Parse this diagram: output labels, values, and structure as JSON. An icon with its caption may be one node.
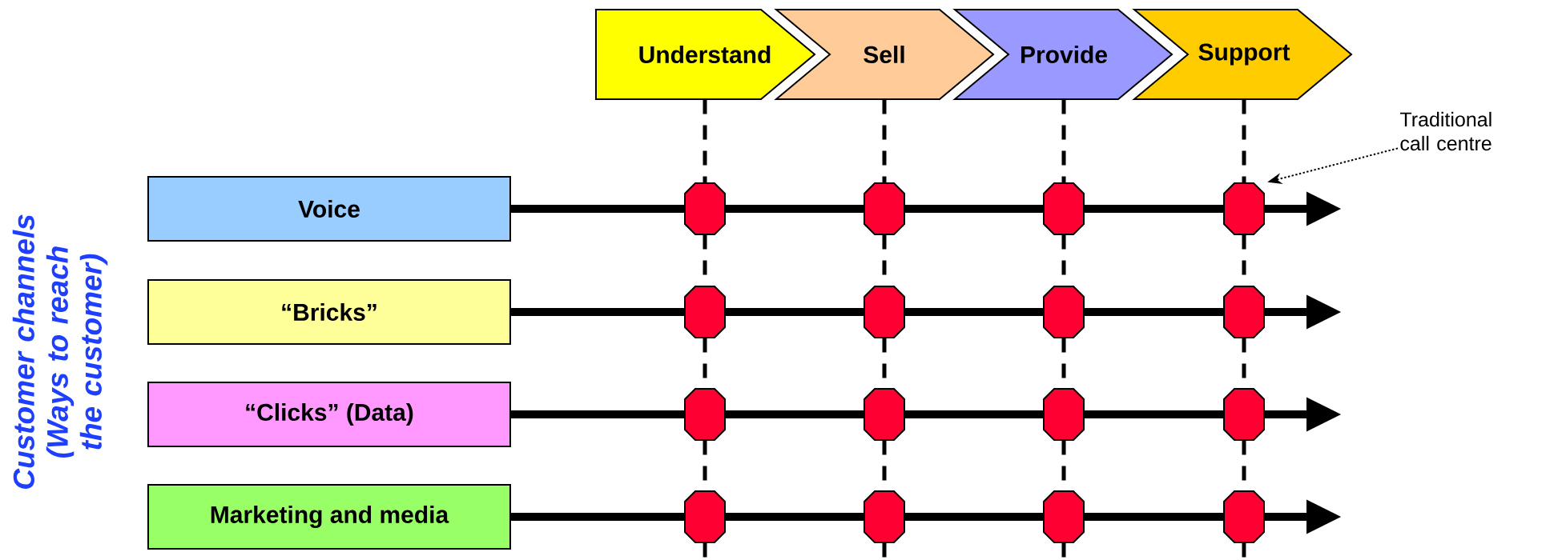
{
  "diagram": {
    "nodes": [
      {
        "text": [
          "Understand"
        ]
      },
      {
        "text": [
          "Sell"
        ]
      },
      {
        "text": [
          "Provide"
        ]
      },
      {
        "text": [
          "Support"
        ]
      },
      {
        "text": [
          "Voice"
        ]
      },
      {
        "text": [
          "“Bricks”"
        ]
      },
      {
        "text": [
          "“Clicks” (Data)"
        ]
      },
      {
        "text": [
          "Marketing and media"
        ]
      },
      {
        "text": [],
        "shape": "octagon"
      },
      {
        "text": [],
        "shape": "octagon"
      },
      {
        "text": [],
        "shape": "octagon"
      },
      {
        "text": [],
        "shape": "octagon"
      },
      {
        "text": [],
        "shape": "octagon"
      },
      {
        "text": [],
        "shape": "octagon"
      },
      {
        "text": [],
        "shape": "octagon"
      },
      {
        "text": [],
        "shape": "octagon"
      },
      {
        "text": [],
        "shape": "octagon"
      },
      {
        "text": [],
        "shape": "octagon"
      },
      {
        "text": [],
        "shape": "octagon"
      },
      {
        "text": [],
        "shape": "octagon"
      },
      {
        "text": [],
        "shape": "octagon"
      },
      {
        "text": [],
        "shape": "octagon"
      },
      {
        "text": [],
        "shape": "octagon"
      },
      {
        "text": [],
        "shape": "octagon"
      },
      {
        "text": [
          "Traditional call centre"
        ]
      }
    ],
    "edges": [
      {
        "from": 4,
        "to": 8,
        "arrow": "none",
        "style": "thick"
      },
      {
        "from": 8,
        "to": 9,
        "arrow": "none",
        "style": "thick"
      },
      {
        "from": 9,
        "to": 10,
        "arrow": "none",
        "style": "thick"
      },
      {
        "from": 10,
        "to": 11,
        "arrow": "none",
        "style": "thick"
      },
      {
        "from": 11,
        "to": null,
        "arrow": "to",
        "style": "thick"
      },
      {
        "from": 5,
        "to": 12,
        "arrow": "none",
        "style": "thick"
      },
      {
        "from": 12,
        "to": 13,
        "arrow": "none",
        "style": "thick"
      },
      {
        "from": 13,
        "to": 14,
        "arrow": "none",
        "style": "thick"
      },
      {
        "from": 14,
        "to": 15,
        "arrow": "none",
        "style": "thick"
      },
      {
        "from": 15,
        "to": null,
        "arrow": "to",
        "style": "thick"
      },
      {
        "from": 6,
        "to": 16,
        "arrow": "none",
        "style": "thick"
      },
      {
        "from": 16,
        "to": 17,
        "arrow": "none",
        "style": "thick"
      },
      {
        "from": 17,
        "to": 18,
        "arrow": "none",
        "style": "thick"
      },
      {
        "from": 18,
        "to": 19,
        "arrow": "none",
        "style": "thick"
      },
      {
        "from": 19,
        "to": null,
        "arrow": "to",
        "style": "thick"
      },
      {
        "from": 7,
        "to": 20,
        "arrow": "none",
        "style": "thick"
      },
      {
        "from": 20,
        "to": 21,
        "arrow": "none",
        "style": "thick"
      },
      {
        "from": 21,
        "to": 22,
        "arrow": "none",
        "style": "thick"
      },
      {
        "from": 22,
        "to": 23,
        "arrow": "none",
        "style": "thick"
      },
      {
        "from": 23,
        "to": null,
        "arrow": "to",
        "style": "thick"
      },
      {
        "from": 0,
        "to": 8,
        "arrow": "none",
        "style": "dashed"
      },
      {
        "from": 8,
        "to": 12,
        "arrow": "none",
        "style": "dashed"
      },
      {
        "from": 12,
        "to": 16,
        "arrow": "none",
        "style": "dashed"
      },
      {
        "from": 16,
        "to": 20,
        "arrow": "none",
        "style": "dashed"
      },
      {
        "from": 20,
        "to": null,
        "arrow": "none",
        "style": "dashed"
      },
      {
        "from": 1,
        "to": 9,
        "arrow": "none",
        "style": "dashed"
      },
      {
        "from": 9,
        "to": 13,
        "arrow": "none",
        "style": "dashed"
      },
      {
        "from": 13,
        "to": 17,
        "arrow": "none",
        "style": "dashed"
      },
      {
        "from": 17,
        "to": 21,
        "arrow": "none",
        "style": "dashed"
      },
      {
        "from": 21,
        "to": null,
        "arrow": "none",
        "style": "dashed"
      },
      {
        "from": 2,
        "to": 10,
        "arrow": "none",
        "style": "dashed"
      },
      {
        "from": 10,
        "to": 14,
        "arrow": "none",
        "style": "dashed"
      },
      {
        "from": 14,
        "to": 18,
        "arrow": "none",
        "style": "dashed"
      },
      {
        "from": 18,
        "to": 22,
        "arrow": "none",
        "style": "dashed"
      },
      {
        "from": 22,
        "to": null,
        "arrow": "none",
        "style": "dashed"
      },
      {
        "from": 3,
        "to": 11,
        "arrow": "none",
        "style": "dashed"
      },
      {
        "from": 11,
        "to": 15,
        "arrow": "none",
        "style": "dashed"
      },
      {
        "from": 15,
        "to": 19,
        "arrow": "none",
        "style": "dashed"
      },
      {
        "from": 19,
        "to": 23,
        "arrow": "none",
        "style": "dashed"
      },
      {
        "from": 23,
        "to": null,
        "arrow": "none",
        "style": "dashed"
      },
      {
        "from": 24,
        "to": 11,
        "arrow": "to",
        "style": "dashed"
      }
    ],
    "labels": [
      "Customer channels (Ways to reach the customer)"
    ]
  }
}
